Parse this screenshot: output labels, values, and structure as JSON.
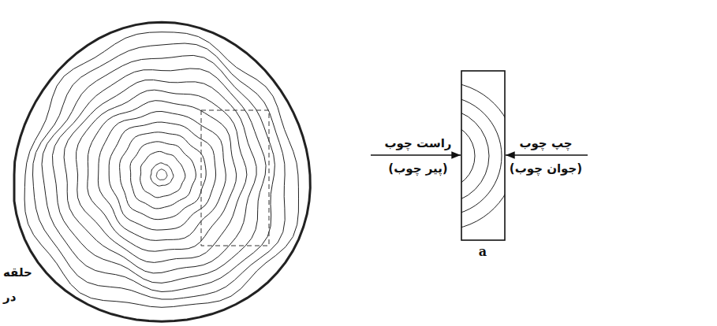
{
  "diagram": {
    "labels": [
      "راست چوب",
      "(پیر چوب)",
      "چپ چوب",
      "(جوان چوب)",
      "a",
      "حلقه",
      "در"
    ]
  }
}
